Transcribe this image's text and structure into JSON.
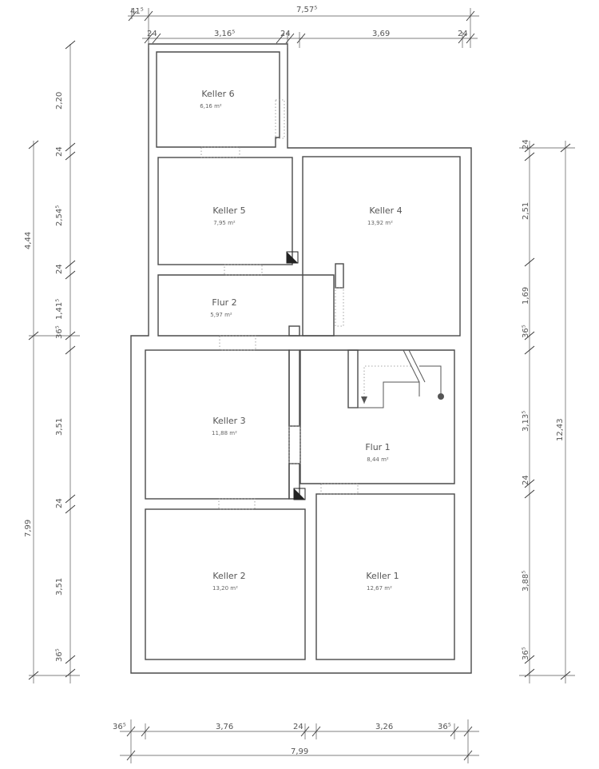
{
  "rooms": {
    "keller6": {
      "name": "Keller 6",
      "area": "6,16 m²"
    },
    "keller5": {
      "name": "Keller 5",
      "area": "7,95 m²"
    },
    "keller4": {
      "name": "Keller 4",
      "area": "13,92 m²"
    },
    "flur2": {
      "name": "Flur 2",
      "area": "5,97 m²"
    },
    "keller3": {
      "name": "Keller 3",
      "area": "11,88 m²"
    },
    "flur1": {
      "name": "Flur 1",
      "area": "8,44 m²"
    },
    "keller2": {
      "name": "Keller 2",
      "area": "13,20 m²"
    },
    "keller1": {
      "name": "Keller 1",
      "area": "12,67 m²"
    }
  },
  "dims": {
    "top_outer": {
      "a": "41⁵",
      "total": "7,57⁵"
    },
    "top_inner": [
      "24",
      "3,16⁵",
      "24",
      "3,69",
      "24"
    ],
    "bottom_inner": [
      "36⁵",
      "3,76",
      "24",
      "3,26",
      "36⁵"
    ],
    "bottom_total": "7,99",
    "left_inner": [
      "2,20",
      "24",
      "2,54⁵",
      "24",
      "1,41⁵",
      "36⁵",
      "3,51",
      "24",
      "3,51",
      "36⁵"
    ],
    "left_outer": [
      "4,44",
      "7,99"
    ],
    "right_inner": [
      "24",
      "2,51",
      "1,69",
      "36⁵",
      "3,13⁵",
      "24",
      "3,88⁵",
      "36⁵"
    ],
    "right_total": "12,43"
  }
}
